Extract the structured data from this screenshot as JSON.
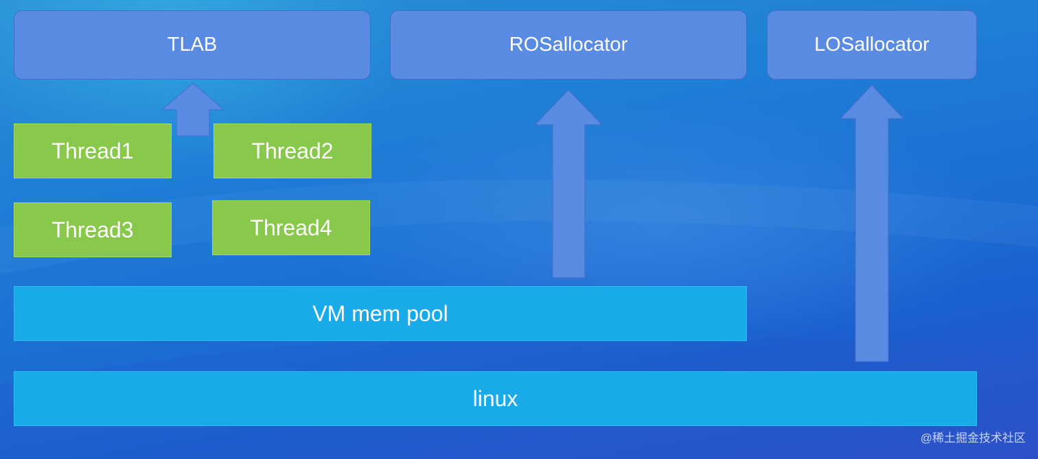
{
  "boxes": {
    "tlab": "TLAB",
    "ros_allocator": "ROSallocator",
    "los_allocator": "LOSallocator"
  },
  "threads": [
    "Thread1",
    "Thread2",
    "Thread3",
    "Thread4"
  ],
  "layers": {
    "vm_mem_pool": "VM mem pool",
    "linux": "linux"
  },
  "watermark": "@稀土掘金技术社区",
  "colors": {
    "allocator_box": "#5a8be2",
    "thread_box": "#88c84a",
    "layer_bar": "#19aaea",
    "arrow": "#5a8be2"
  }
}
